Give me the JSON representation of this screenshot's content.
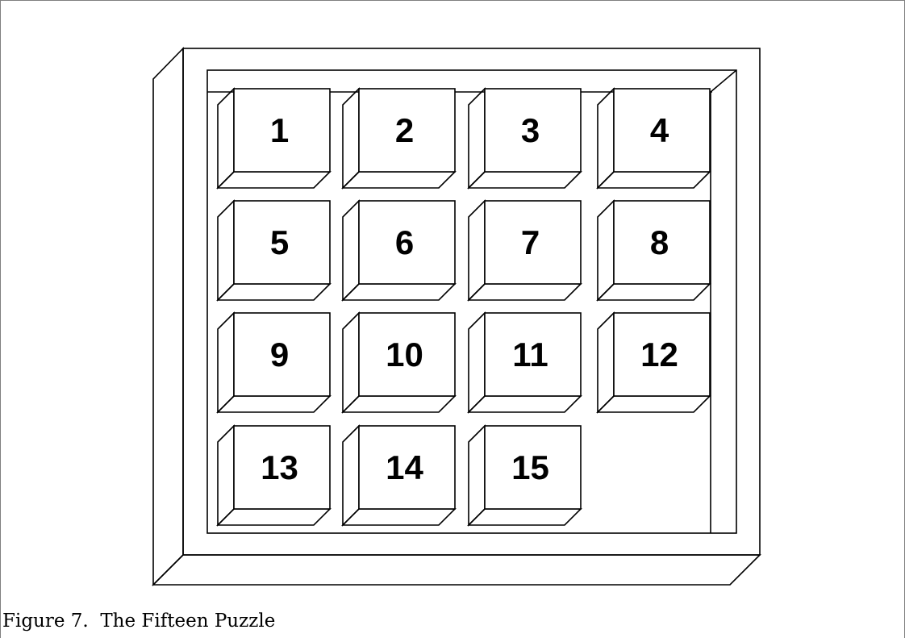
{
  "caption": "Figure 7.  The Fifteen Puzzle",
  "tiles": [
    "1",
    "2",
    "3",
    "4",
    "5",
    "6",
    "7",
    "8",
    "9",
    "10",
    "11",
    "12",
    "13",
    "14",
    "15"
  ],
  "empty_slot": "4,4"
}
